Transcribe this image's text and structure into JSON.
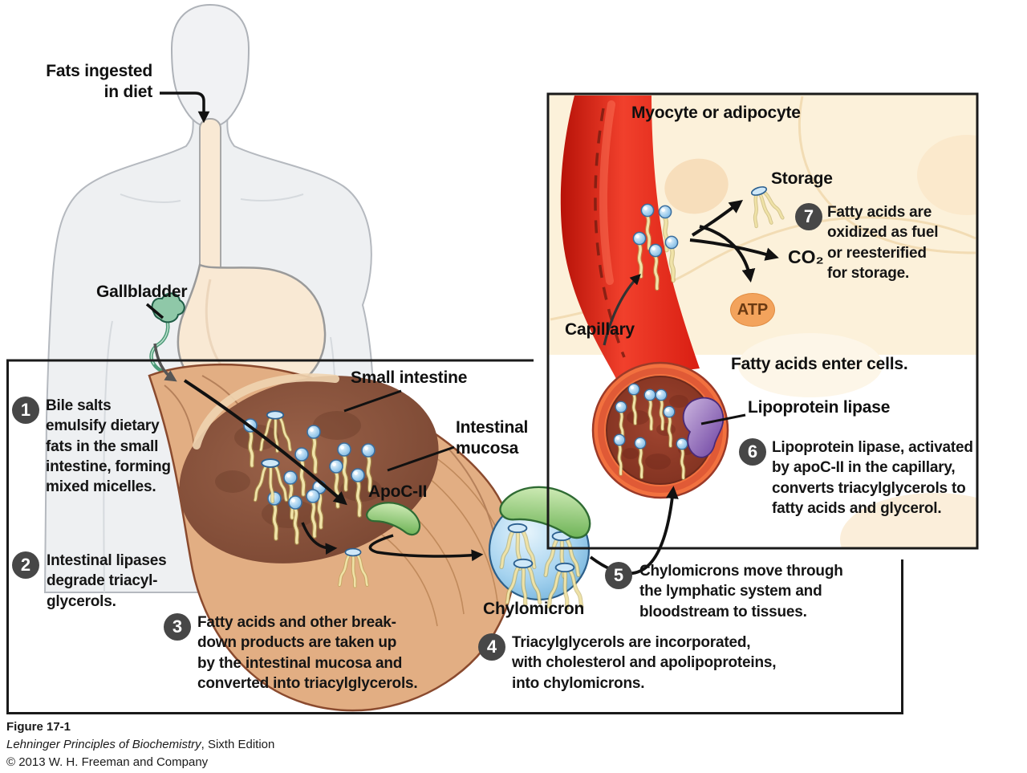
{
  "labels": {
    "fats_ingested": "Fats ingested\nin diet",
    "gallbladder": "Gallbladder",
    "small_intestine": "Small intestine",
    "intestinal_mucosa": "Intestinal\nmucosa",
    "apoc2": "ApoC-II",
    "chylomicron": "Chylomicron",
    "myocyte": "Myocyte or adipocyte",
    "storage": "Storage",
    "co2": "CO₂",
    "atp": "ATP",
    "capillary": "Capillary",
    "fatty_acids_enter": "Fatty acids enter cells.",
    "lipoprotein_lipase": "Lipoprotein lipase"
  },
  "steps": [
    {
      "num": "1",
      "text": "Bile salts\nemulsify dietary\nfats in the small\nintestine, forming\nmixed micelles."
    },
    {
      "num": "2",
      "text": "Intestinal lipases\ndegrade triacyl-\nglycerols."
    },
    {
      "num": "3",
      "text": "Fatty acids and other break-\ndown products are taken up\nby the intestinal mucosa and\nconverted into triacylglycerols."
    },
    {
      "num": "4",
      "text": "Triacylglycerols are incorporated,\nwith cholesterol and apolipoproteins,\ninto chylomicrons."
    },
    {
      "num": "5",
      "text": "Chylomicrons move through\nthe lymphatic system and\nbloodstream to tissues."
    },
    {
      "num": "6",
      "text": "Lipoprotein lipase, activated\nby apoC-II in the capillary,\nconverts triacylglycerols to\nfatty acids and glycerol."
    },
    {
      "num": "7",
      "text": "Fatty acids are\noxidized as fuel\nor reesterified\nfor storage."
    }
  ],
  "caption": {
    "figure": "Figure 17-1",
    "book": "Lehninger Principles of Biochemistry",
    "edition": ", Sixth Edition",
    "copyright": "© 2013 W. H. Freeman and Company"
  },
  "colors": {
    "capillary_red": "#e8251b",
    "capillary_ring": "#f2713f",
    "lumen_dark_red": "#8d3a26",
    "micelle_blue": "#a9d3f0",
    "tail_yellow": "#ede4a8",
    "crescent_green": "#8fcb7c",
    "lipase_purple": "#7a4fa8",
    "atp_orange": "#f3a35c",
    "step_circle_gray": "#474747",
    "myocyte_cream": "#fcf1da",
    "intestine_tan": "#e2ae83",
    "intestine_lumen_brown": "#8a5740",
    "body_gray": "#eef0f2",
    "stomach_peach": "#f9e9d4"
  }
}
